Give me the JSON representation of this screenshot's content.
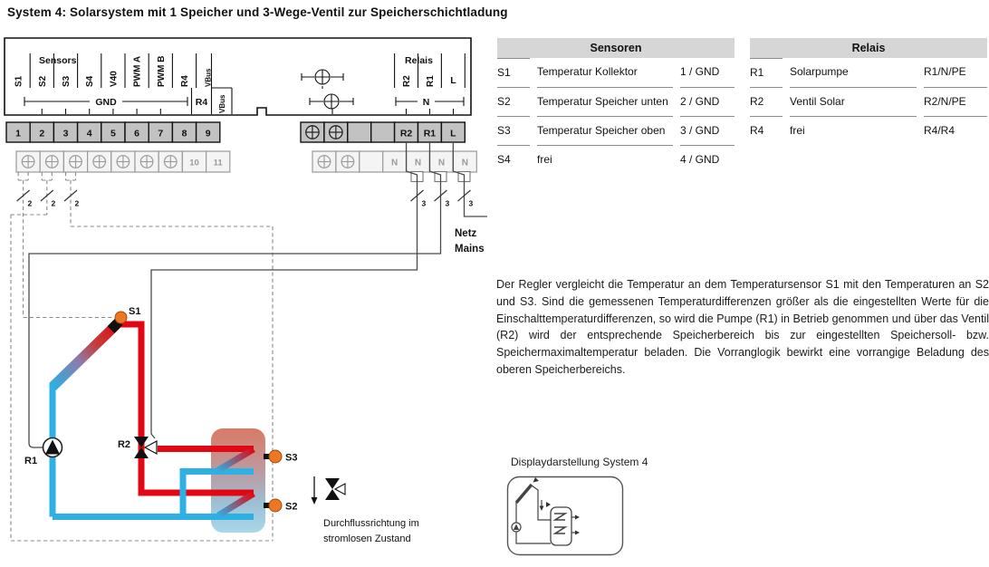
{
  "title": "System 4: Solarsystem mit 1 Speicher und 3-Wege-Ventil zur Speicherschichtladung",
  "wiring": {
    "sensors_group_label": "Sensors",
    "relais_group_label": "Relais",
    "top_labels": [
      "S1",
      "S2",
      "S3",
      "S4",
      "V40",
      "PWM A",
      "PWM B",
      "R4",
      "VBus"
    ],
    "gnd_label": "GND",
    "r4_bus_label": "R4",
    "vbus_bus_label": "VBus",
    "relay_top_labels": [
      "R2",
      "R1",
      "L"
    ],
    "n_bus_label": "N",
    "terminal_numbers": [
      "1",
      "2",
      "3",
      "4",
      "5",
      "6",
      "7",
      "8",
      "9"
    ],
    "terminal_numbers_row2": [
      "10",
      "11"
    ],
    "relay_terminal_labels": [
      "R2",
      "R1",
      "L"
    ],
    "n_terminal_label": "N",
    "wire_core_count_2": "2",
    "wire_core_count_3": "3",
    "netz_label": "Netz",
    "mains_label": "Mains"
  },
  "hydraulic": {
    "s1_label": "S1",
    "s2_label": "S2",
    "s3_label": "S3",
    "r1_label": "R1",
    "r2_label": "R2",
    "flow_note_line1": "Durchflussrichtung im",
    "flow_note_line2": "stromlosen Zustand"
  },
  "sensor_table": {
    "header": "Sensoren",
    "rows": [
      {
        "id": "S1",
        "desc": "Temperatur Kollektor",
        "conn": "1 / GND"
      },
      {
        "id": "S2",
        "desc": "Temperatur Speicher unten",
        "conn": "2 / GND"
      },
      {
        "id": "S3",
        "desc": "Temperatur Speicher oben",
        "conn": "3 / GND"
      },
      {
        "id": "S4",
        "desc": "frei",
        "conn": "4 / GND"
      }
    ]
  },
  "relay_table": {
    "header": "Relais",
    "rows": [
      {
        "id": "R1",
        "desc": "Solarpumpe",
        "conn": "R1/N/PE"
      },
      {
        "id": "R2",
        "desc": "Ventil Solar",
        "conn": "R2/N/PE"
      },
      {
        "id": "R4",
        "desc": "frei",
        "conn": "R4/R4"
      }
    ]
  },
  "description": "Der Regler vergleicht die Temperatur an dem Temperatursensor S1 mit den Temperaturen an S2 und S3. Sind die gemessenen Temperaturdifferenzen größer als die eingestellten Werte für die Einschalttemperaturdifferenzen, so wird die Pumpe (R1) in Betrieb genommen und über das Ventil (R2) wird der entsprechende Speicherbereich bis zur eingestellten Speichersoll- bzw. Speichermaximaltemperatur beladen. Die Vorranglogik bewirkt eine vorrangige Beladung des oberen Speicherbereichs.",
  "display_caption": "Displaydarstellung System 4",
  "colors": {
    "pipe_red": "#e30613",
    "pipe_blue": "#2fb0e2",
    "sensor_orange": "#ed7722",
    "table_header_bg": "#d6d6d6"
  }
}
